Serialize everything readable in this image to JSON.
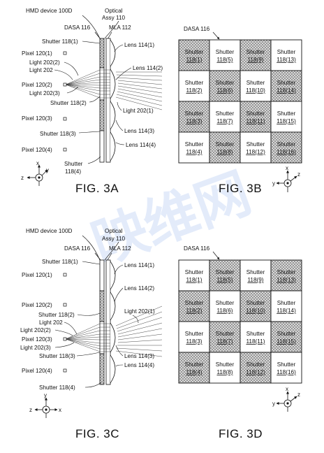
{
  "watermark": "映维网",
  "colors": {
    "line": "#1a1a1a",
    "hatch": "#8c8c8c",
    "watermark": "#2f6fe0"
  },
  "fig3a": {
    "caption": "FIG. 3A",
    "hmd": "HMD device 100D",
    "optical": "Optical",
    "assy": "Assy 110",
    "dasa": "DASA 116",
    "mla": "MLA 112",
    "shutter1": "Shutter 118(1)",
    "pixel1": "Pixel 120(1)",
    "light2022": "Light 202(2)",
    "light202": "Light 202",
    "pixel2": "Pixel 120(2)",
    "light2023": "Light 202(3)",
    "shutter2": "Shutter 118(2)",
    "pixel3": "Pixel 120(3)",
    "shutter3": "Shutter 118(3)",
    "pixel4": "Pixel 120(4)",
    "shutter4a": "Shutter",
    "shutter4b": "118(4)",
    "lens1": "Lens 114(1)",
    "lens2": "Lens 114(2)",
    "light2021": "Light 202(1)",
    "lens3": "Lens 114(3)",
    "lens4": "Lens 114(4)",
    "axis": {
      "z": "z",
      "y": "y",
      "x": "x"
    }
  },
  "fig3b": {
    "caption": "FIG. 3B",
    "dasa": "DASA 116",
    "cells": [
      {
        "line1": "Shutter",
        "line2": "118(1)",
        "hatched": true
      },
      {
        "line1": "Shutter",
        "line2": "118(5)",
        "hatched": false
      },
      {
        "line1": "Shutter",
        "line2": "118(9)",
        "hatched": true
      },
      {
        "line1": "Shutter",
        "line2": "118(13)",
        "hatched": false
      },
      {
        "line1": "Shutter",
        "line2": "118(2)",
        "hatched": false
      },
      {
        "line1": "Shutter",
        "line2": "118(6)",
        "hatched": true
      },
      {
        "line1": "Shutter",
        "line2": "118(10)",
        "hatched": false
      },
      {
        "line1": "Shutter",
        "line2": "118(14)",
        "hatched": true
      },
      {
        "line1": "Shutter",
        "line2": "118(3)",
        "hatched": true
      },
      {
        "line1": "Shutter",
        "line2": "118(7)",
        "hatched": false
      },
      {
        "line1": "Shutter",
        "line2": "118(11)",
        "hatched": true
      },
      {
        "line1": "Shutter",
        "line2": "118(15)",
        "hatched": false
      },
      {
        "line1": "Shutter",
        "line2": "118(4)",
        "hatched": false
      },
      {
        "line1": "Shutter",
        "line2": "118(8)",
        "hatched": true
      },
      {
        "line1": "Shutter",
        "line2": "118(12)",
        "hatched": false
      },
      {
        "line1": "Shutter",
        "line2": "118(16)",
        "hatched": true
      }
    ],
    "axis": {
      "x": "x",
      "y": "y",
      "z": "z"
    }
  },
  "fig3c": {
    "caption": "FIG. 3C",
    "hmd": "HMD device 100D",
    "optical": "Optical",
    "assy": "Assy 110",
    "dasa": "DASA 116",
    "mla": "MLA 112",
    "shutter1": "Shutter 118(1)",
    "pixel1": "Pixel 120(1)",
    "pixel2": "Pixel 120(2)",
    "shutter2": "Shutter 118(2)",
    "light202": "Light 202",
    "light2022": "Light 202(2)",
    "pixel3": "Pixel 120(3)",
    "light2023": "Light 202(3)",
    "shutter3": "Shutter 118(3)",
    "pixel4": "Pixel 120(4)",
    "shutter4": "Shutter 118(4)",
    "lens1": "Lens 114(1)",
    "lens2": "Lens 114(2)",
    "light2021": "Light 202(1)",
    "lens3": "Lens 114(3)",
    "lens4": "Lens 114(4)",
    "axis": {
      "z": "z",
      "y": "y",
      "x": "x"
    }
  },
  "fig3d": {
    "caption": "FIG. 3D",
    "dasa": "DASA 116",
    "cells": [
      {
        "line1": "Shutter",
        "line2": "118(1)",
        "hatched": false
      },
      {
        "line1": "Shutter",
        "line2": "118(5)",
        "hatched": true
      },
      {
        "line1": "Shutter",
        "line2": "118(9)",
        "hatched": false
      },
      {
        "line1": "Shutter",
        "line2": "118(13)",
        "hatched": true
      },
      {
        "line1": "Shutter",
        "line2": "118(2)",
        "hatched": true
      },
      {
        "line1": "Shutter",
        "line2": "118(6)",
        "hatched": false
      },
      {
        "line1": "Shutter",
        "line2": "118(10)",
        "hatched": true
      },
      {
        "line1": "Shutter",
        "line2": "118(14)",
        "hatched": false
      },
      {
        "line1": "Shutter",
        "line2": "118(3)",
        "hatched": false
      },
      {
        "line1": "Shutter",
        "line2": "118(7)",
        "hatched": true
      },
      {
        "line1": "Shutter",
        "line2": "118(11)",
        "hatched": false
      },
      {
        "line1": "Shutter",
        "line2": "118(15)",
        "hatched": true
      },
      {
        "line1": "Shutter",
        "line2": "118(4)",
        "hatched": true
      },
      {
        "line1": "Shutter",
        "line2": "118(8)",
        "hatched": false
      },
      {
        "line1": "Shutter",
        "line2": "118(12)",
        "hatched": true
      },
      {
        "line1": "Shutter",
        "line2": "118(16)",
        "hatched": false
      }
    ],
    "axis": {
      "x": "x",
      "y": "y",
      "z": "z"
    }
  }
}
